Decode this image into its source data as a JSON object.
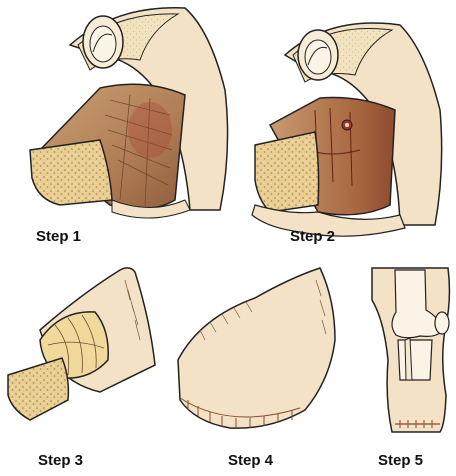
{
  "steps": [
    {
      "label": "Step 1"
    },
    {
      "label": "Step 2"
    },
    {
      "label": "Step 3"
    },
    {
      "label": "Step 4"
    },
    {
      "label": "Step 5"
    }
  ],
  "colors": {
    "skin": "#f4e2c6",
    "skin_shade": "#e8cfa8",
    "bone": "#f2e4c8",
    "marrow": "#e9cf95",
    "marrow_dot": "#c9a55e",
    "muscle": "#b98a5f",
    "muscle_dark": "#8a5a3a",
    "blood": "#a8322b",
    "outline": "#222222"
  }
}
